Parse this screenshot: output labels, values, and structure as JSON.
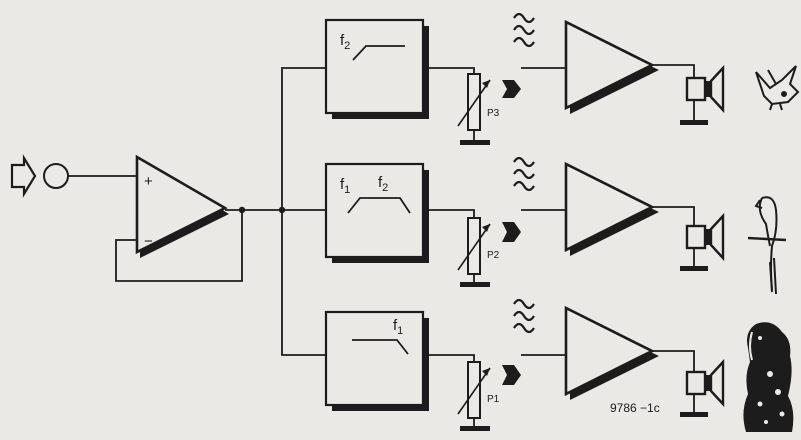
{
  "input": {
    "icon": "input-arrow-icon"
  },
  "opamp": {
    "plus": "+",
    "minus": "−"
  },
  "filters": {
    "high": {
      "f2": "f",
      "f2_sub": "2"
    },
    "band": {
      "f1": "f",
      "f1_sub": "1",
      "f2": "f",
      "f2_sub": "2"
    },
    "low": {
      "f1": "f",
      "f1_sub": "1"
    }
  },
  "pots": {
    "p3": "P3",
    "p2": "P2",
    "p1": "P1"
  },
  "figure_code": "9786 −1c",
  "icons": {
    "bird": "bird-icon",
    "parrot": "parrot-icon",
    "dog": "dog-icon",
    "speaker": "speaker-icon",
    "wave": "sound-wave-icon"
  },
  "colors": {
    "ink": "#1c1c1c",
    "paper": "#ebe9e6"
  }
}
